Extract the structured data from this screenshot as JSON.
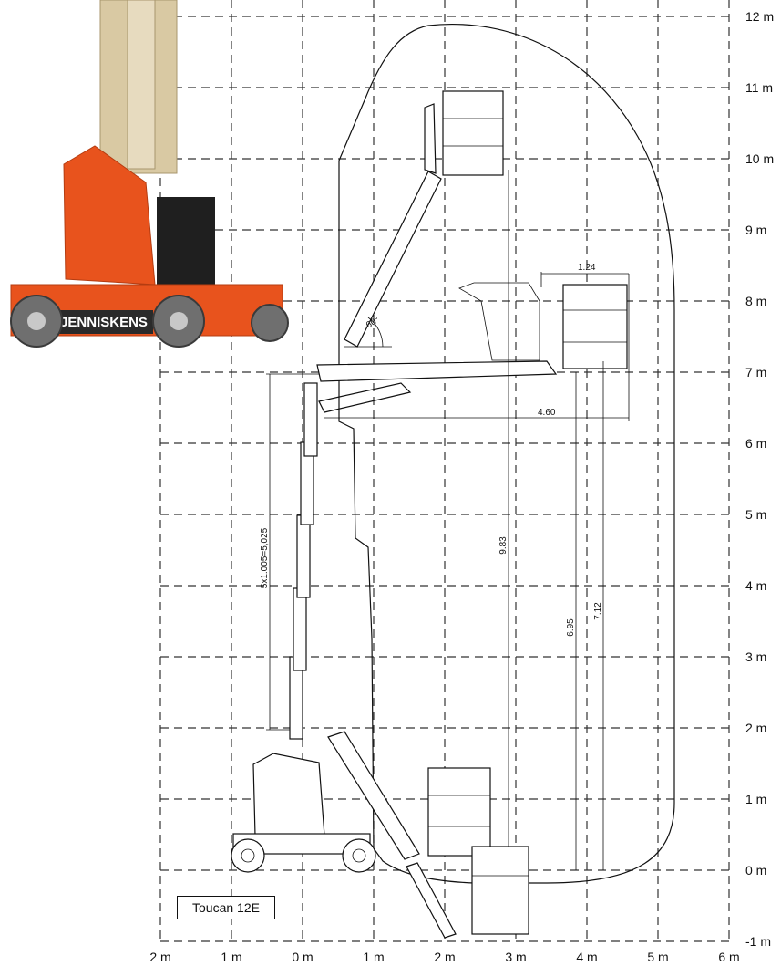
{
  "model_label": "Toucan 12E",
  "brand_text": "JENNISKENS",
  "x_axis": {
    "ticks": [
      "2 m",
      "1 m",
      "0 m",
      "1 m",
      "2 m",
      "3 m",
      "4 m",
      "5 m",
      "6 m"
    ]
  },
  "y_axis": {
    "ticks": [
      "12 m",
      "11 m",
      "10 m",
      "9 m",
      "8 m",
      "7 m",
      "6 m",
      "5 m",
      "4 m",
      "3 m",
      "2 m",
      "1 m",
      "0 m",
      "-1 m"
    ]
  },
  "dimensions": {
    "platform_width": "1.24",
    "outreach": "4.60",
    "max_platform_height": "9.83",
    "mast_sections": "5x1.005=5,025",
    "height_a": "6.95",
    "height_b": "7.12",
    "angle": "60°"
  },
  "colors": {
    "machine_orange": "#e8531d",
    "mast_beige": "#d9c9a3",
    "tire": "#6f6f6f"
  }
}
